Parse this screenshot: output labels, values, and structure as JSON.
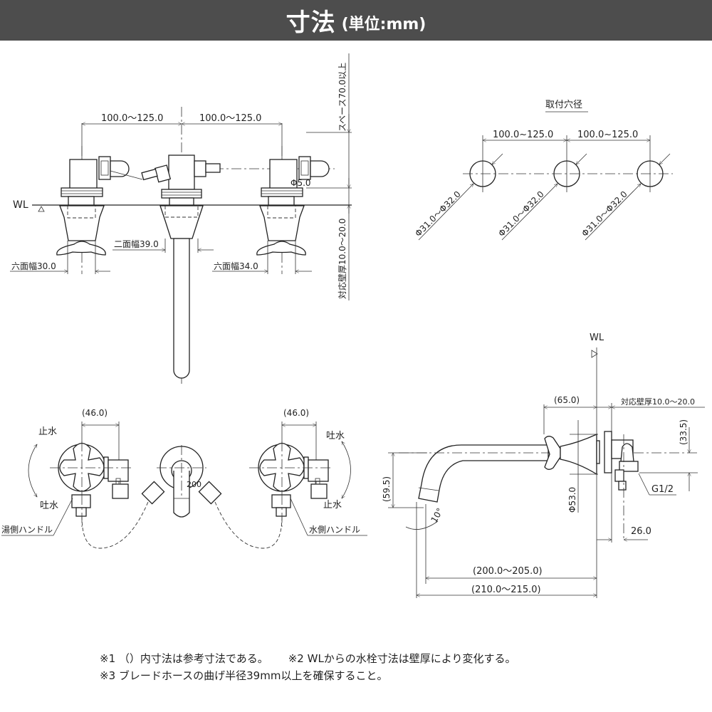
{
  "header": {
    "title": "寸法",
    "unit": "(単位:mm)",
    "background": "#4d4d4d"
  },
  "front_view": {
    "spacing_left": "100.0～125.0",
    "spacing_right": "100.0～125.0",
    "wl_label": "WL",
    "space_label": "スペース70.0以上",
    "wall_label": "対応壁厚10.0～20.0",
    "phi_label": "Φ5.0",
    "left_hex": "六面幅30.0",
    "center_width": "二面幅39.0",
    "right_hex": "六面幅34.0"
  },
  "hole_view": {
    "title": "取付穴径",
    "spacing_left": "100.0~125.0",
    "spacing_right": "100.0~125.0",
    "hole_diameters": [
      "Φ31.0～Φ32.0",
      "Φ31.0～Φ32.0",
      "Φ31.0～Φ32.0"
    ]
  },
  "top_view": {
    "left_offset": "(46.0)",
    "right_offset": "(46.0)",
    "left_stop": "止水",
    "left_flow": "吐水",
    "right_flow": "吐水",
    "right_stop": "止水",
    "hot_handle": "湯側ハンドル",
    "cold_handle": "水側ハンドル",
    "center_label": "200"
  },
  "side_view": {
    "wl_label": "WL",
    "handle_offset": "(65.0)",
    "wall_label": "対応壁厚10.0～20.0",
    "height_right": "(33.5)",
    "drop": "(59.5)",
    "flange_dia": "Φ53.0",
    "thread": "G1/2",
    "depth": "26.0",
    "angle": "10°",
    "reach_inner": "(200.0～205.0)",
    "reach_outer": "(210.0～215.0)"
  },
  "notes": [
    "※1 （）内寸法は参考寸法である。",
    "※2 WLからの水栓寸法は壁厚により変化する。",
    "※3 ブレードホースの曲げ半径39mm以上を確保すること。"
  ]
}
